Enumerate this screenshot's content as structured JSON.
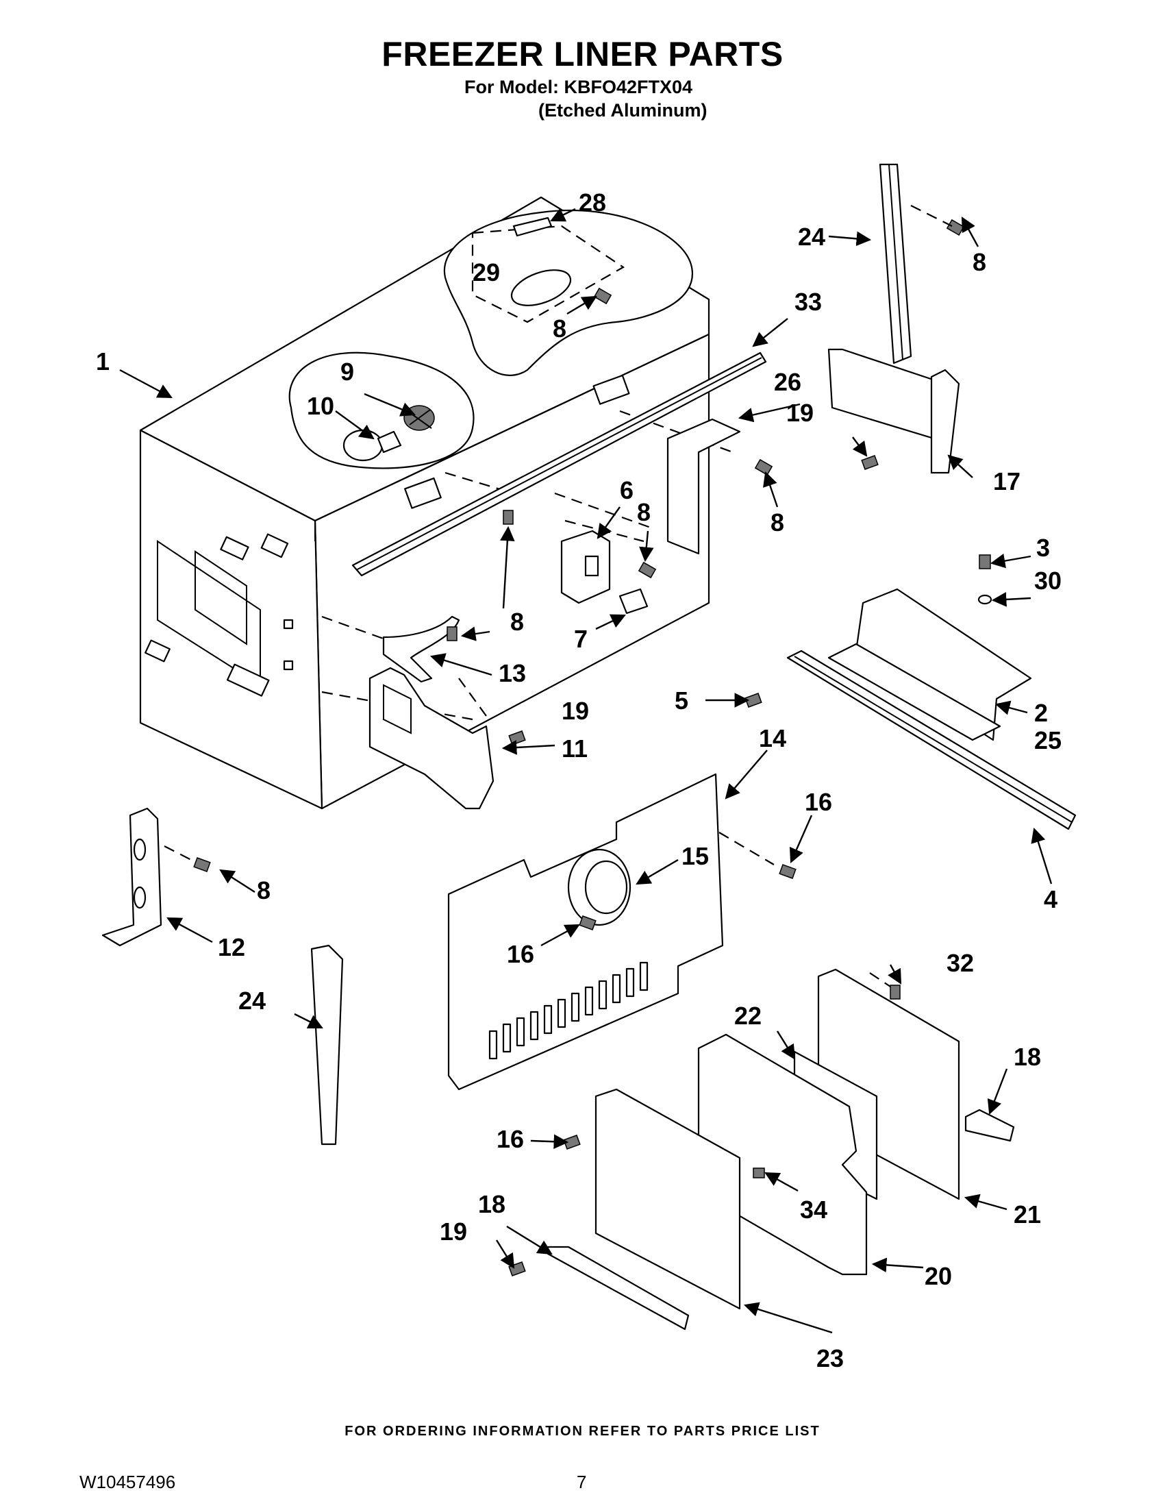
{
  "header": {
    "title": "FREEZER LINER PARTS",
    "model_line": "For Model: KBFO42FTX04",
    "finish_line": "(Etched Aluminum)"
  },
  "diagram": {
    "callouts": [
      "1",
      "2",
      "3",
      "4",
      "5",
      "6",
      "7",
      "8",
      "9",
      "10",
      "11",
      "12",
      "13",
      "14",
      "15",
      "16",
      "17",
      "18",
      "19",
      "20",
      "21",
      "22",
      "23",
      "24",
      "25",
      "26",
      "28",
      "29",
      "30",
      "32",
      "33",
      "34"
    ]
  },
  "footer": {
    "note": "FOR ORDERING INFORMATION REFER TO PARTS PRICE LIST",
    "doc_number": "W10457496",
    "page_number": "7"
  }
}
